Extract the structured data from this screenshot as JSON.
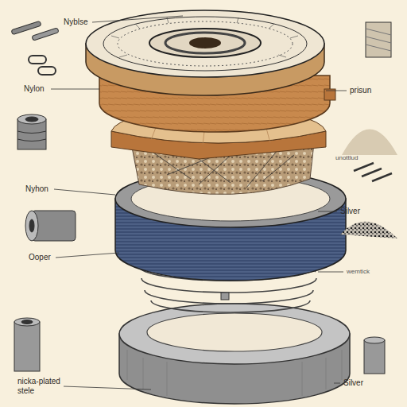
{
  "diagram": {
    "labels": [
      "Nyblse",
      "prisun",
      "Nylon",
      "unottlud",
      "Nyhon",
      "Silver",
      "wemtick",
      "Ooper",
      "nicka-plated stele",
      "Silver"
    ]
  }
}
